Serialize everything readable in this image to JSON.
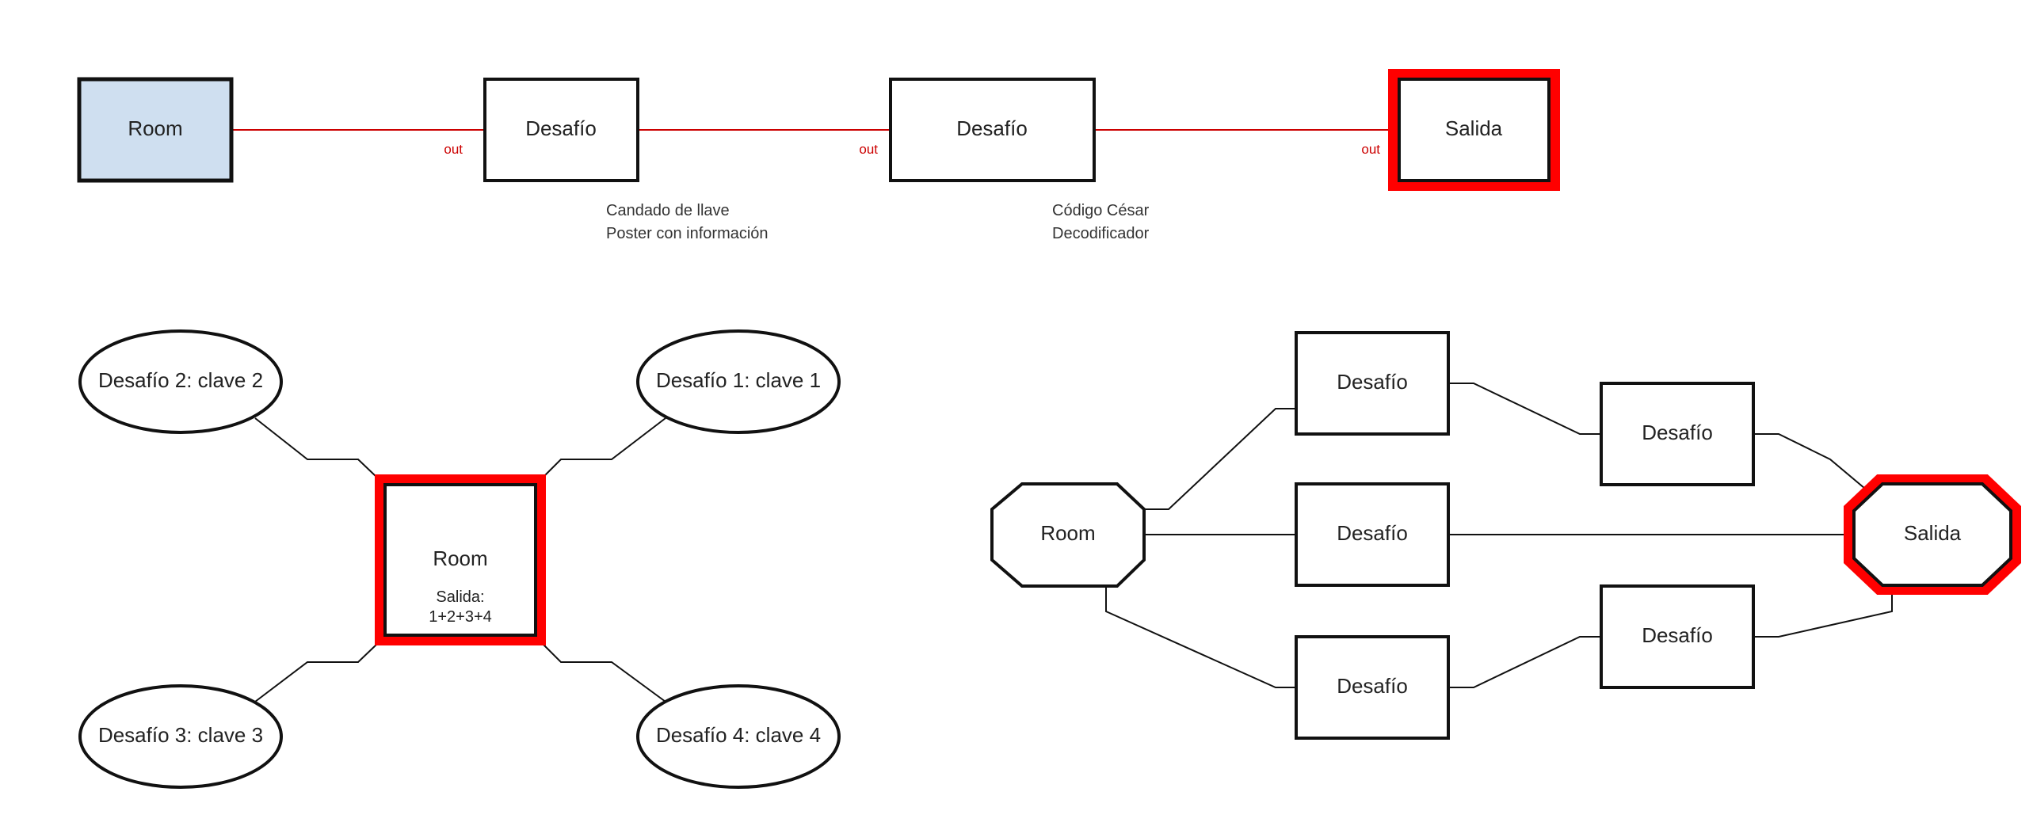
{
  "colors": {
    "highlight": "#ff0000",
    "connector_red": "#cc0000",
    "room_fill": "#cfdff0",
    "stroke": "#111111"
  },
  "top": {
    "room": "Room",
    "desafio_1": "Desafío",
    "desafio_2": "Desafío",
    "salida": "Salida",
    "out_label": "out",
    "note_1": [
      "Candado de llave",
      "Poster con información"
    ],
    "note_2": [
      "Código César",
      "Decodificador"
    ]
  },
  "star": {
    "room": "Room",
    "room_sub": [
      "Salida:",
      "1+2+3+4"
    ],
    "d2": "Desafío 2: clave 2",
    "d1": "Desafío 1: clave 1",
    "d3": "Desafío 3: clave 3",
    "d4": "Desafío 4: clave 4"
  },
  "graph": {
    "room": "Room",
    "salida": "Salida",
    "desafio_top": "Desafío",
    "desafio_top_right": "Desafío",
    "desafio_mid": "Desafío",
    "desafio_bottom": "Desafío",
    "desafio_bottom_right": "Desafío"
  }
}
